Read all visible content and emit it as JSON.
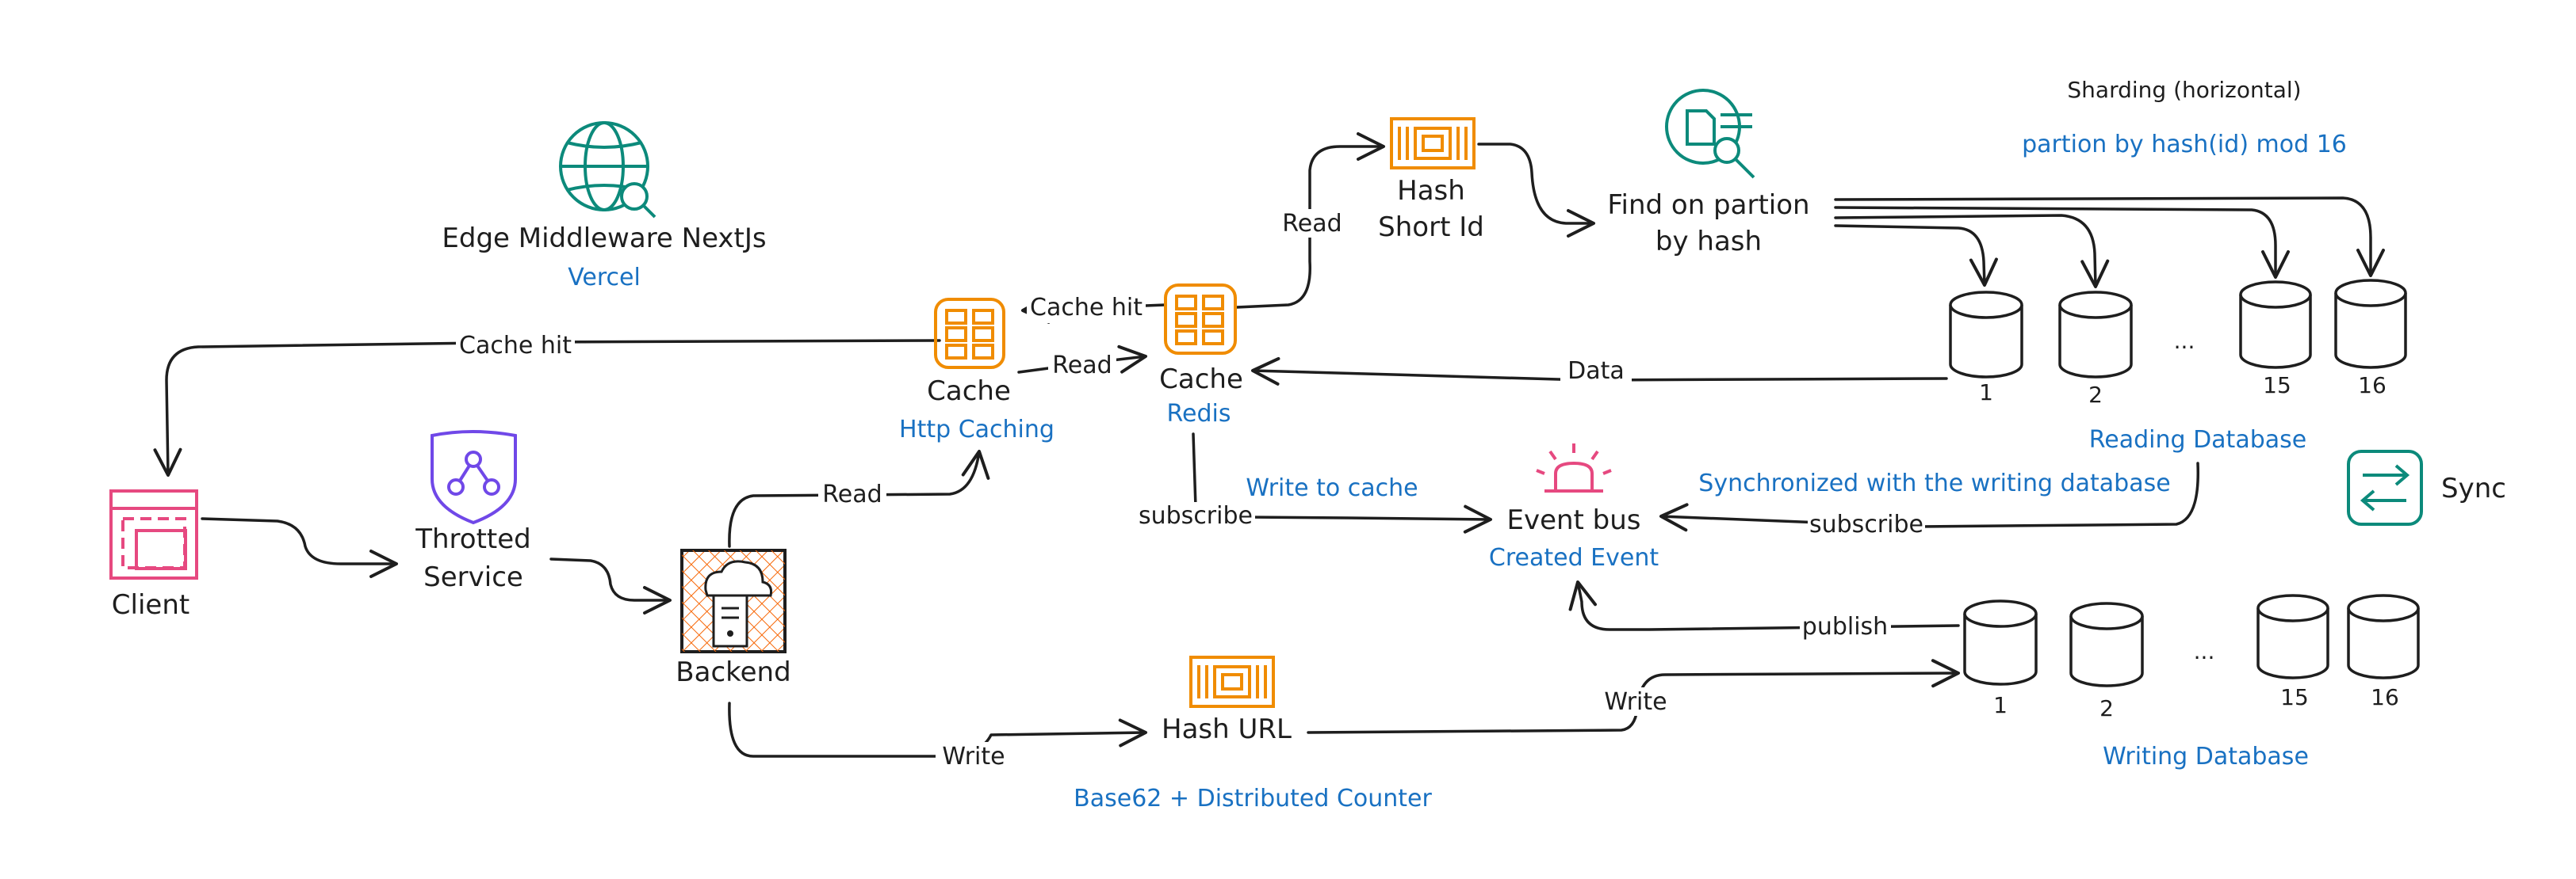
{
  "nodes": {
    "edge": {
      "title": "Edge Middleware NextJs",
      "sub": "Vercel"
    },
    "client": {
      "title": "Client"
    },
    "throttled": {
      "line1": "Throtted",
      "line2": "Service"
    },
    "backend": {
      "title": "Backend"
    },
    "http_cache": {
      "title": "Cache",
      "sub": "Http Caching"
    },
    "redis_cache": {
      "title": "Cache",
      "sub": "Redis"
    },
    "hash_short_id": {
      "line1": "Hash",
      "line2": "Short Id"
    },
    "find_partition": {
      "line1": "Find on partion",
      "line2": "by hash"
    },
    "event_bus": {
      "title": "Event bus",
      "sub": "Created Event"
    },
    "hash_url": {
      "title": "Hash URL",
      "sub": "Base62 + Distributed Counter"
    },
    "sync": {
      "title": "Sync"
    }
  },
  "sharding": {
    "title": "Sharding (horizontal)",
    "note": "partion by hash(id) mod 16"
  },
  "reading_db": {
    "label": "Reading Database",
    "shards": [
      "1",
      "2",
      "...",
      "15",
      "16"
    ]
  },
  "writing_db": {
    "label": "Writing Database",
    "shards": [
      "1",
      "2",
      "...",
      "15",
      "16"
    ]
  },
  "edges": {
    "cache_hit_client": "Cache hit",
    "cache_hit_redis": "Cache hit",
    "read_http_redis": "Read",
    "read_redis_hash": "Read",
    "data": "Data",
    "read_backend_cache": "Read",
    "write_backend": "Write",
    "write_db": "Write",
    "subscribe_redis": "subscribe",
    "subscribe_db": "subscribe",
    "publish": "publish",
    "write_to_cache": "Write to cache",
    "sync_note": "Synchronized with the writing database"
  },
  "colors": {
    "ink": "#1e1e1e",
    "blue": "#1971c2",
    "teal": "#0c8a7b",
    "orange": "#f08c00",
    "pink": "#e64980",
    "purple": "#7048e8",
    "backend_hatch": "#f76707"
  }
}
